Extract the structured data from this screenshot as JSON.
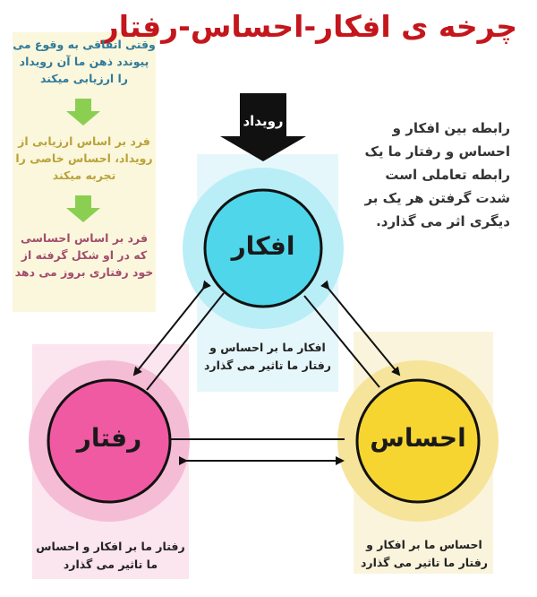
{
  "title": "چرخه ی افکار-احساس-رفتار",
  "event_label": "رویداد",
  "relation_text": "رابطه بین افکار و احساس و رفتار ما یک رابطه تعاملی است شدت گرفتن هر یک بر دیگری اثر می گذارد.",
  "steps": [
    {
      "text": "وقتی اتفاقی به وقوع می پیوندد ذهن ما آن رویداد را ارزیابی میکند"
    },
    {
      "text": "فرد بر اساس ارزیابی از رویداد، احساس خاصی را تجربه میکند"
    },
    {
      "text": "فرد بر اساس احساسی که در او شکل گرفته از خود رفتاری بروز می دهد"
    }
  ],
  "nodes": {
    "thoughts": {
      "label": "افکار",
      "caption": "افکار ما بر احساس و رفتار ما تاثیر می گذارد",
      "color": "#4fd6ea",
      "halo": "#b9eef6"
    },
    "behavior": {
      "label": "رفتار",
      "caption": "رفتار ما بر افکار و احساس ما تاثیر می گذارد",
      "color": "#ef5aa2",
      "halo": "#f5bcd6"
    },
    "feeling": {
      "label": "احساس",
      "caption": "احساس ما بر افکار و رفتار ما تاثیر می گذارد",
      "color": "#f7d531",
      "halo": "#f5e49a"
    }
  },
  "colors": {
    "title": "#c4161c",
    "down_arrow": "#8bcf52",
    "event_arrow": "#111111"
  }
}
